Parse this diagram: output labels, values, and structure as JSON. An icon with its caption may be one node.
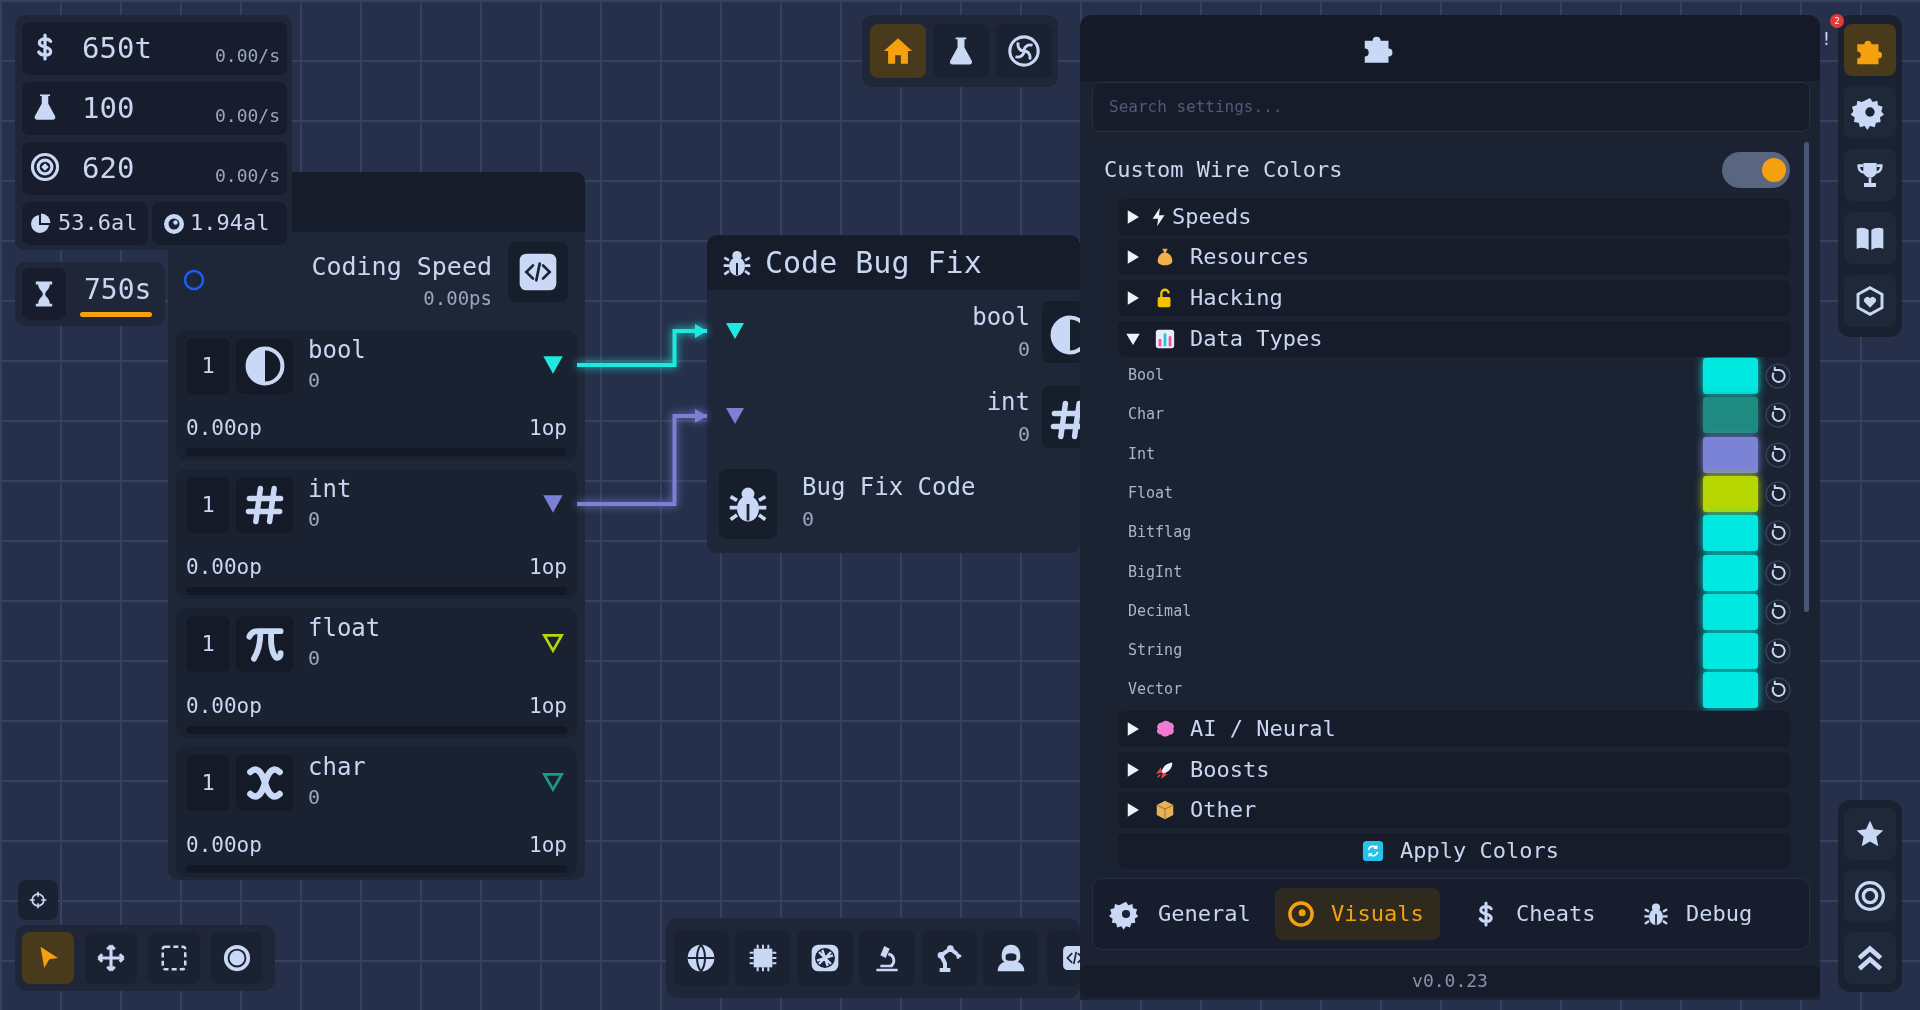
{
  "diagram": {
    "nodes": [
      {
        "text": [
          "Coding Speed",
          "0.00ps"
        ]
      },
      {
        "text": [
          "1",
          "bool",
          "0",
          "0.00op",
          "1op"
        ],
        "in": 0
      },
      {
        "text": [
          "1",
          "int",
          "0",
          "0.00op",
          "1op"
        ],
        "in": 0
      },
      {
        "text": [
          "1",
          "float",
          "0",
          "0.00op",
          "1op"
        ],
        "in": 0
      },
      {
        "text": [
          "1",
          "char",
          "0",
          "0.00op",
          "1op"
        ],
        "in": 0
      },
      {
        "text": [
          "Code Bug Fix"
        ]
      },
      {
        "text": [
          "bool",
          "0"
        ],
        "in": 5
      },
      {
        "text": [
          "int",
          "0"
        ],
        "in": 5
      },
      {
        "text": [
          "Bug Fix Code",
          "0"
        ],
        "in": 5
      }
    ],
    "edges": [
      {
        "from": 1,
        "to": 6,
        "arrow": "to",
        "color": "#1de9e0"
      },
      {
        "from": 2,
        "to": 7,
        "arrow": "to",
        "color": "#7a80d6"
      }
    ],
    "labels": [
      "650t",
      "0.00/s",
      "100",
      "0.00/s",
      "620",
      "0.00/s",
      "53.6al",
      "1.94al",
      "750s",
      "!",
      "2",
      "Search settings...",
      "Custom Wire Colors",
      "Speeds",
      "Resources",
      "Hacking",
      "Data Types",
      "AI / Neural",
      "Boosts",
      "Other",
      "Apply Colors",
      "General",
      "Visuals",
      "Cheats",
      "Debug",
      "v0.0.23"
    ],
    "legend": [
      {
        "text": "Bool",
        "color": "#00e8e0"
      },
      {
        "text": "Char",
        "color": "#1f8a80"
      },
      {
        "text": "Int",
        "color": "#7b83d6"
      },
      {
        "text": "Float",
        "color": "#b5d600"
      },
      {
        "text": "Bitflag",
        "color": "#00e8e0"
      },
      {
        "text": "BigInt",
        "color": "#00e8e0"
      },
      {
        "text": "Decimal",
        "color": "#00e8e0"
      },
      {
        "text": "String",
        "color": "#00e8e0"
      },
      {
        "text": "Vector",
        "color": "#00e8e0"
      }
    ]
  }
}
